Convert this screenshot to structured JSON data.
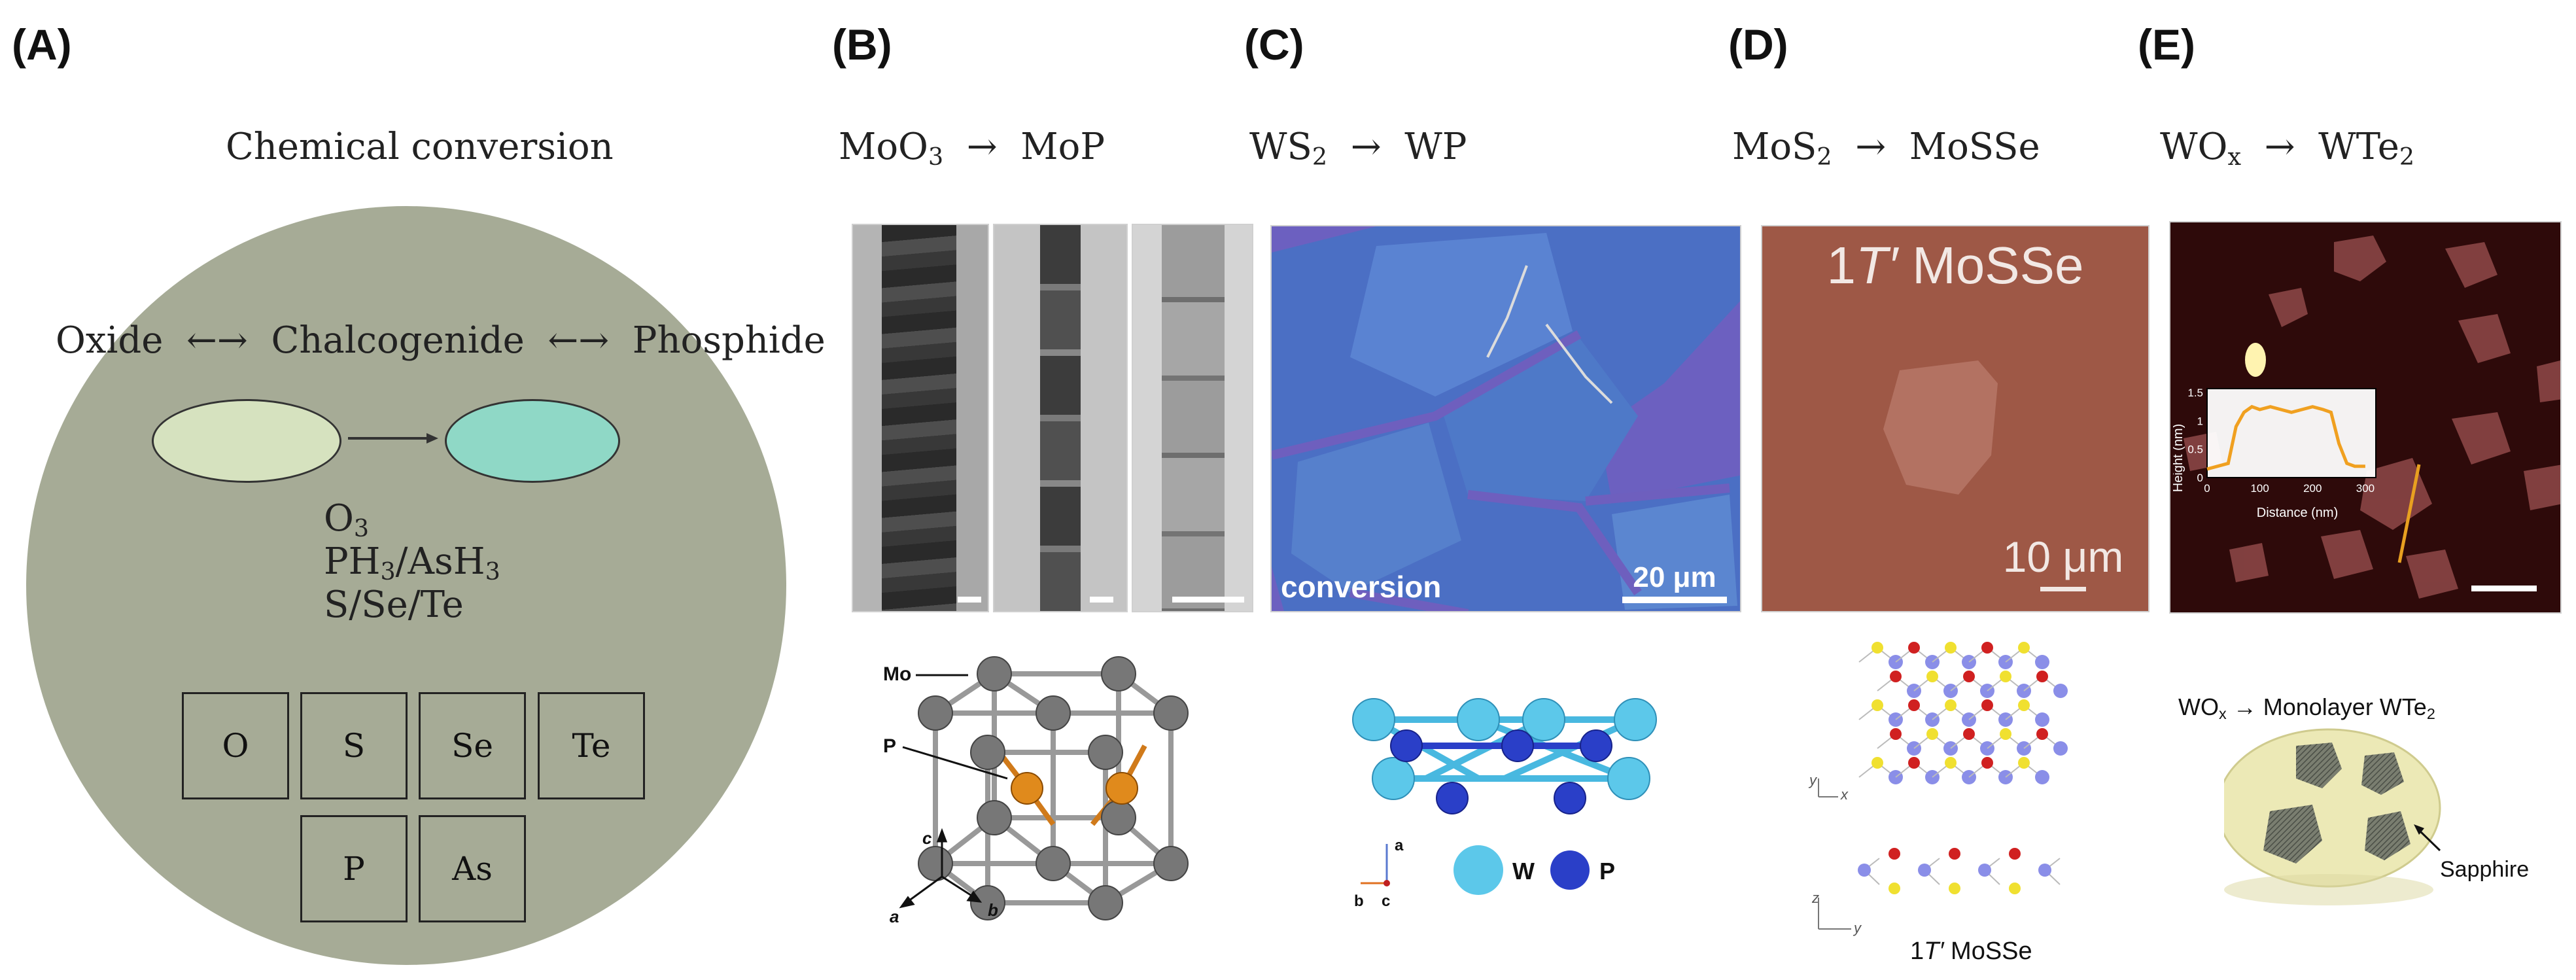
{
  "panels": {
    "a": {
      "letter": "(A)",
      "title": "Chemical conversion",
      "conversion_line": {
        "left": "Oxide",
        "middle": "Chalcogenide",
        "right": "Phosphide",
        "arrow": "←→"
      },
      "reagents": [
        {
          "base": "O",
          "sub": "3",
          "rest": ""
        },
        {
          "base": "PH",
          "sub": "3",
          "rest": "/AsH",
          "sub2": "3"
        },
        {
          "base": "S/Se/Te",
          "sub": "",
          "rest": ""
        }
      ],
      "elements_row1": [
        "O",
        "S",
        "Se",
        "Te"
      ],
      "elements_row2": [
        "P",
        "As"
      ],
      "colors": {
        "circle": "#a6ab96",
        "oval_left": "#d6e2bf",
        "oval_right": "#8fd8c6"
      }
    },
    "b": {
      "letter": "(B)",
      "title": {
        "from": "MoO",
        "from_sub": "3",
        "to": "MoP"
      },
      "structure_labels": {
        "mo": "Mo",
        "p": "P",
        "axis_a": "a",
        "axis_b": "b",
        "axis_c": "c"
      }
    },
    "c": {
      "letter": "(C)",
      "title": {
        "from": "WS",
        "from_sub": "2",
        "to": "WP"
      },
      "image_label": "conversion",
      "scale_bar": "20 μm",
      "legend": {
        "w": "W",
        "p": "P"
      },
      "axes": {
        "a": "a",
        "b": "b",
        "c": "c"
      },
      "colors": {
        "w": "#5cc8ea",
        "p": "#2a3fc8"
      }
    },
    "d": {
      "letter": "(D)",
      "title": {
        "from": "MoS",
        "from_sub": "2",
        "to": "MoSSe"
      },
      "image_label_pre": "1",
      "image_label_italic": "T′",
      "image_label_post": " MoSSe",
      "scale_bar": "10 μm",
      "structure_caption_pre": "1",
      "structure_caption_italic": "T′",
      "structure_caption_post": " MoSSe",
      "axes": {
        "top_y": "y",
        "top_x": "x",
        "bottom_z": "z",
        "bottom_y": "y"
      }
    },
    "e": {
      "letter": "(E)",
      "title": {
        "from": "WO",
        "from_sub": "x",
        "to": "WTe",
        "to_sub": "2"
      },
      "inset": {
        "ylabel": "Height (nm)",
        "xlabel": "Distance (nm)",
        "yticks": [
          "0",
          "0.5",
          "1",
          "1.5"
        ],
        "xticks": [
          "0",
          "100",
          "200",
          "300"
        ]
      },
      "schematic_title": {
        "from": "WO",
        "from_sub": "x",
        "arrow": "→",
        "to": "Monolayer WTe",
        "to_sub": "2"
      },
      "sapphire_label": "Sapphire"
    }
  },
  "chart_data": {
    "type": "line",
    "title": "",
    "xlabel": "Distance (nm)",
    "ylabel": "Height (nm)",
    "xlim": [
      0,
      320
    ],
    "ylim": [
      0,
      1.5
    ],
    "series": [
      {
        "x": [
          0,
          20,
          40,
          55,
          70,
          85,
          100,
          120,
          140,
          160,
          180,
          200,
          220,
          235,
          250,
          265,
          280,
          300
        ],
        "values": [
          0.15,
          0.2,
          0.25,
          0.9,
          1.15,
          1.25,
          1.2,
          1.25,
          1.2,
          1.15,
          1.2,
          1.25,
          1.2,
          1.15,
          0.6,
          0.25,
          0.2,
          0.2
        ]
      }
    ]
  }
}
